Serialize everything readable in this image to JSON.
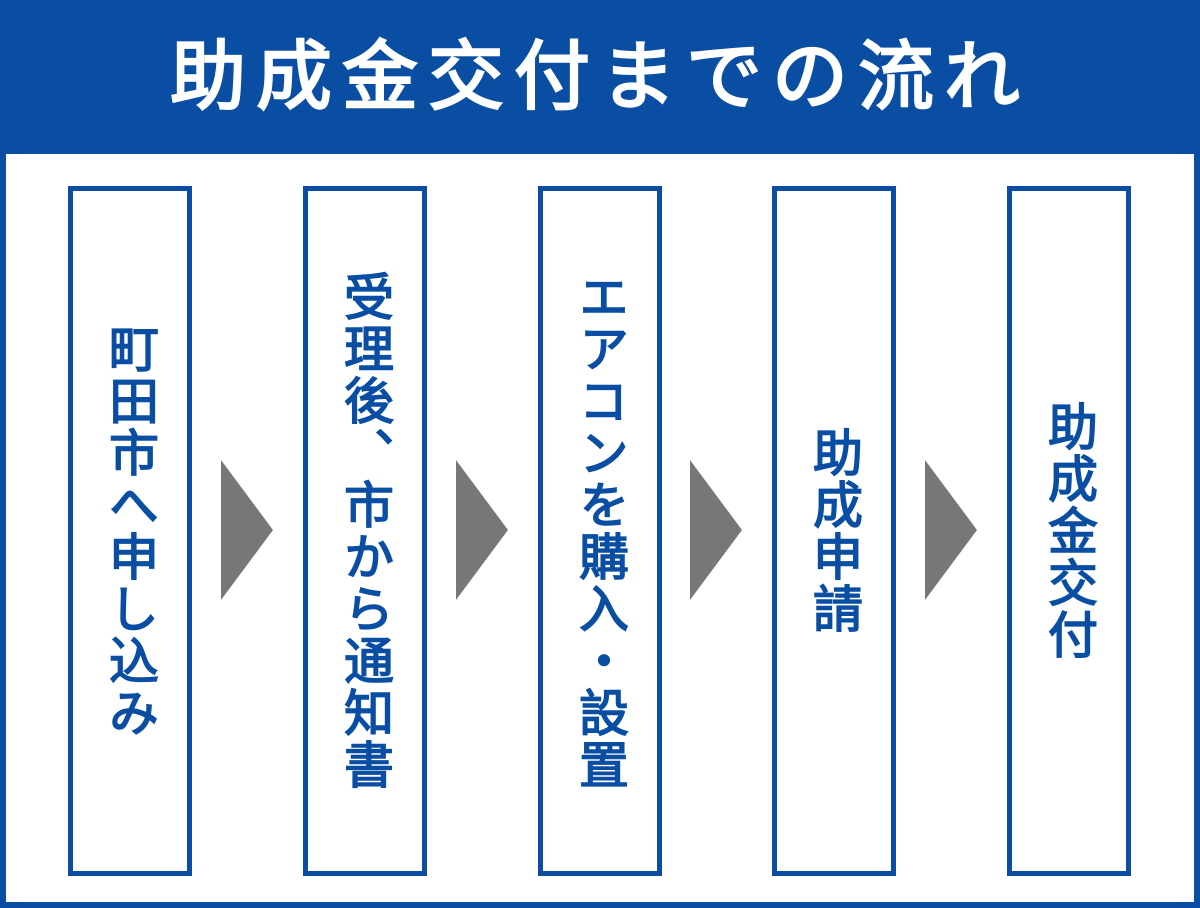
{
  "title": "助成金交付までの流れ",
  "colors": {
    "brand": "#0a4ea3",
    "arrow": "#777777",
    "background": "#ffffff"
  },
  "steps": [
    {
      "label": "町田市へ申し込み"
    },
    {
      "label": "受理後、市から通知書"
    },
    {
      "label": "エアコンを購入・設置"
    },
    {
      "label": "助成申請"
    },
    {
      "label": "助成金交付"
    }
  ],
  "connector_icon": "chevron-right-arrow-icon"
}
